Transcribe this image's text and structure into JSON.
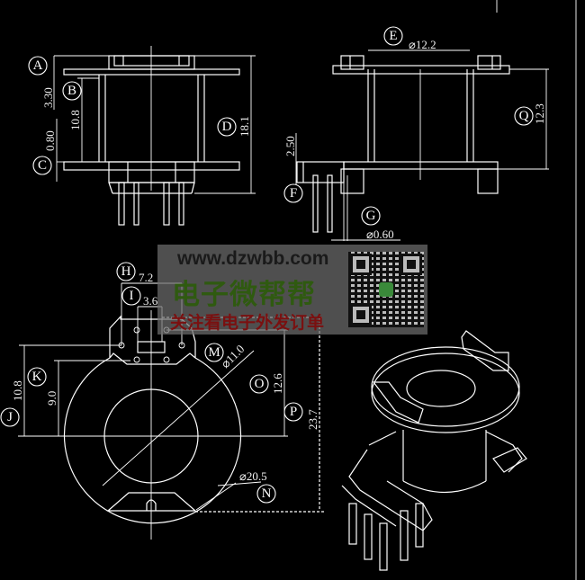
{
  "front_view": {
    "labels": {
      "A": "A",
      "B": "B",
      "C": "C",
      "D": "D"
    },
    "dims": {
      "a": "3.30",
      "b": "10.8",
      "c": "0.80",
      "d": "18.1"
    }
  },
  "side_view": {
    "labels": {
      "E": "E",
      "F": "F",
      "G": "G",
      "Q": "Q"
    },
    "dims": {
      "e": "⌀12.2",
      "f": "2.50",
      "g": "⌀0.60",
      "q": "12.3"
    }
  },
  "bottom_view": {
    "labels": {
      "H": "H",
      "I": "I",
      "J": "J",
      "K": "K",
      "M": "M",
      "N": "N",
      "O": "O",
      "P": "P"
    },
    "dims": {
      "h": "7.2",
      "i": "3.6",
      "j": "10.8",
      "k": "9.0",
      "m": "⌀11.0",
      "n": "⌀20.5",
      "o": "12.6",
      "p": "23.7"
    }
  },
  "watermark": {
    "url": "www.dzwbb.com",
    "brand": "电子微帮帮",
    "slogan": "关注看电子外发订单"
  },
  "colors": {
    "background": "#000000",
    "line": "#ffffff",
    "brand_green": "#2f5a10",
    "slogan_red": "#7a1010"
  }
}
